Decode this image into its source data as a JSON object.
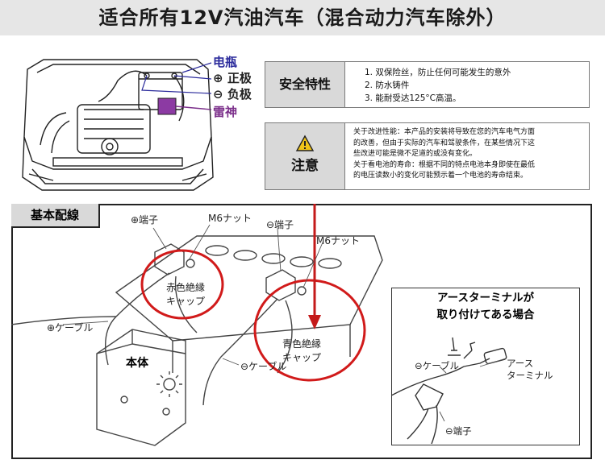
{
  "title": "适合所有12V汽油汽车（混合动力汽车除外）",
  "legend": {
    "battery": "电瓶",
    "positive_sign": "⊕",
    "positive": "正极",
    "negative_sign": "⊖",
    "negative": "负极",
    "product": "雷神",
    "colors": {
      "battery": "#2b2b9c",
      "product": "#7b2f8a",
      "device_fill": "#8c3aa3"
    }
  },
  "safety": {
    "label": "安全特性",
    "items": [
      "1.  双保险丝，防止任何可能发生的意外",
      "2.  防水铸件",
      "3.  能耐受达125°C高温。"
    ]
  },
  "caution": {
    "label": "注意",
    "icon": "warning-icon",
    "lines": [
      "关于改进性能：本产品的安装将导致在您的汽车电气方面",
      "的改善，但由于实际的汽车和驾驶条件，在某些情况下这",
      "些改进可能是微不足道的或没有变化。",
      "关于看电池的寿命：根据不同的特点电池本身即使在最低",
      "的电压读数小的变化可能预示着一个电池的寿命结束。"
    ]
  },
  "wiring": {
    "title": "基本配線",
    "pos_terminal": "⊕端子",
    "m6_nut_1": "M6ナット",
    "neg_terminal": "⊖端子",
    "m6_nut_2": "M6ナット",
    "red_cap_1": "赤色絶縁",
    "red_cap_2": "キャップ",
    "blue_cap_1": "青色絶縁",
    "blue_cap_2": "キャップ",
    "pos_cable": "⊕ケーブル",
    "neg_cable": "⊖ケーブル",
    "body": "本体",
    "highlight_color": "#d11a1a"
  },
  "inset": {
    "title_1": "アースターミナルが",
    "title_2": "取り付けてある場合",
    "neg_cable": "⊖ケーブル",
    "earth_1": "アース",
    "earth_2": "ターミナル",
    "neg_terminal": "⊖端子"
  }
}
